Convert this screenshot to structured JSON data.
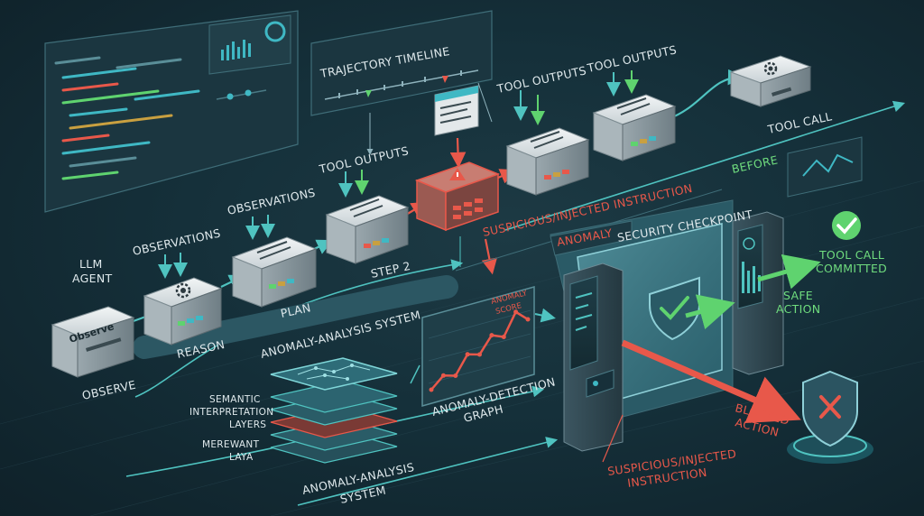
{
  "title_band": {
    "trajectory_timeline": "TRAJECTORY TIMELINE",
    "before": "BEFORE",
    "anomaly": "ANOMALY",
    "security_checkpoint": "SECURITY CHECKPOINT"
  },
  "agent": {
    "llm_agent_line1": "LLM",
    "llm_agent_line2": "AGENT",
    "observe_box": "Observe"
  },
  "pipeline": {
    "observe": "OBSERVE",
    "reason": "REASON",
    "plan": "PLAN",
    "step2": "STEP 2",
    "tool_call": "TOOL CALL",
    "observations_1": "OBSERVATIONS",
    "observations_2": "OBSERVATIONS",
    "tool_outputs_1": "TOOL OUTPUTS",
    "tool_outputs_2": "TOOL OUTPUTS",
    "tool_outputs_3": "TOOL OUTPUTS"
  },
  "suspicious_top": "SUSPICIOUS/INJECTED INSTRUCTION",
  "analysis": {
    "system_band": "ANOMALY-ANALYSIS SYSTEM",
    "semantic_line1": "SEMANTIC",
    "semantic_line2": "INTERPRETATION",
    "semantic_line3": "LAYERS",
    "merewant_line1": "MEREWANT",
    "merewant_line2": "LAYA",
    "system_line1": "ANOMALY-ANALYSIS",
    "system_line2": "SYSTEM",
    "graph_line1": "ANOMALY-DETECTION",
    "graph_line2": "GRAPH",
    "score_line1": "ANOMALY",
    "score_line2": "SCORE"
  },
  "outcomes": {
    "tool_call_committed_1": "TOOL CALL",
    "tool_call_committed_2": "COMMITTED",
    "safe_action_1": "SAFE",
    "safe_action_2": "ACTION",
    "blocked_action_1": "BLOCKED",
    "blocked_action_2": "ACTION",
    "suspicious_bottom_1": "SUSPICIOUS/INJECTED",
    "suspicious_bottom_2": "INSTRUCTION"
  },
  "colors": {
    "teal": "#4fc3c0",
    "red": "#e8584a",
    "green": "#5fd36f",
    "module_face": "#e3e8ea"
  },
  "icons": {
    "reason_module": "gear-icon",
    "tool_call_module": "gear-icon",
    "warning_module": "warning-icon",
    "committed": "check-circle-icon",
    "safe_shield": "shield-check-icon",
    "blocked_shield": "shield-x-icon"
  },
  "anomaly_graph_values": [
    0.1,
    0.25,
    0.2,
    0.45,
    0.4,
    0.62,
    0.55,
    0.85,
    0.7
  ]
}
